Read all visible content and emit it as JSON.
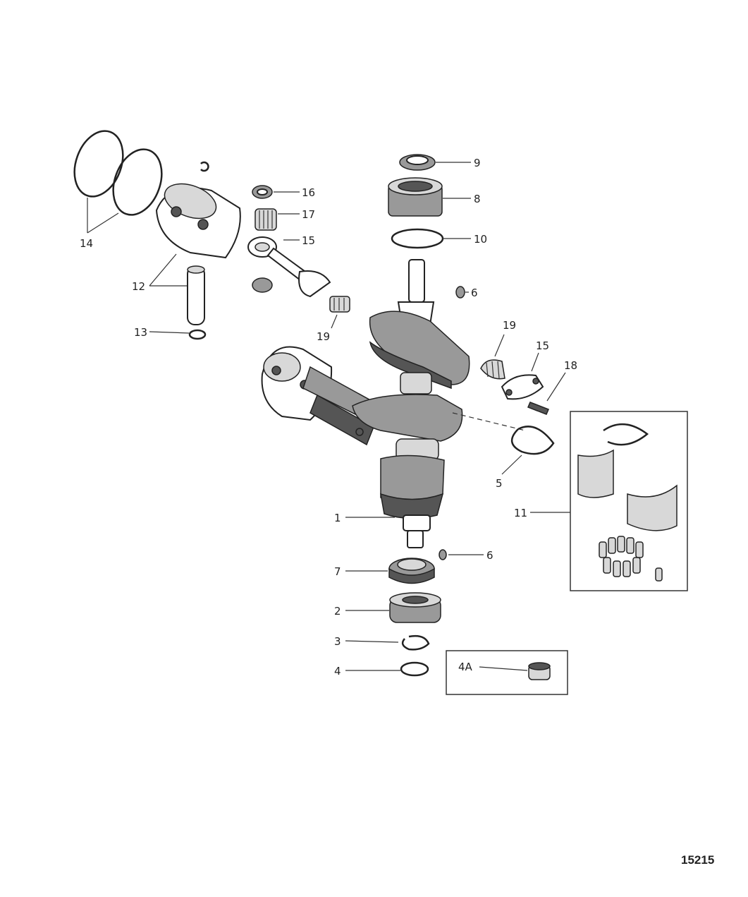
{
  "diagram": {
    "figure_number": "15215",
    "callouts": {
      "c1": "1",
      "c2": "2",
      "c3": "3",
      "c4": "4",
      "c4a": "4A",
      "c5": "5",
      "c6a": "6",
      "c6b": "6",
      "c7": "7",
      "c8": "8",
      "c9": "9",
      "c10": "10",
      "c11": "11",
      "c12": "12",
      "c13": "13",
      "c14": "14",
      "c15a": "15",
      "c15b": "15",
      "c16": "16",
      "c17": "17",
      "c18": "18",
      "c19a": "19",
      "c19b": "19"
    }
  }
}
